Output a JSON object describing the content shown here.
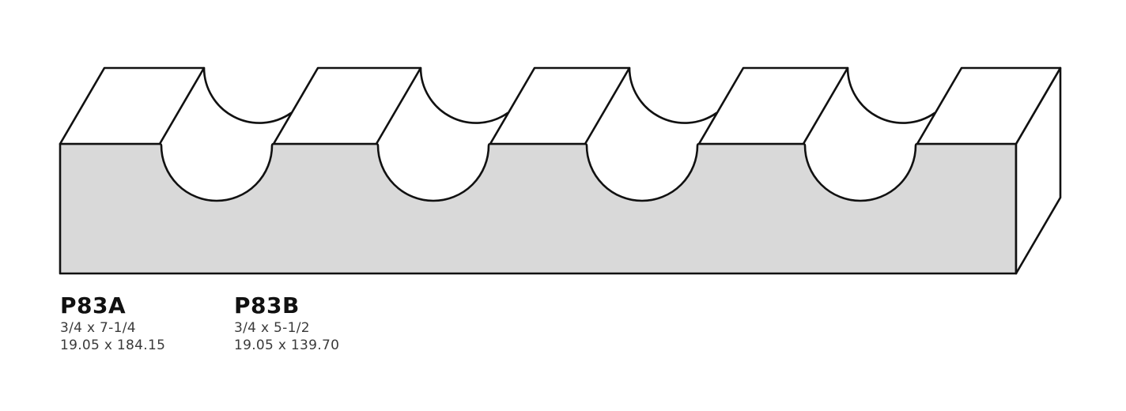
{
  "colors": {
    "front_face": "#d9d9d9",
    "top_face": "#ffffff",
    "side_face": "#ffffff",
    "outline": "#111111"
  },
  "profiles": [
    {
      "code": "P83A",
      "imperial": "3/4 x 7-1/4",
      "metric": "19.05 x 184.15"
    },
    {
      "code": "P83B",
      "imperial": "3/4 x 5-1/2",
      "metric": "19.05 x 139.70"
    }
  ]
}
